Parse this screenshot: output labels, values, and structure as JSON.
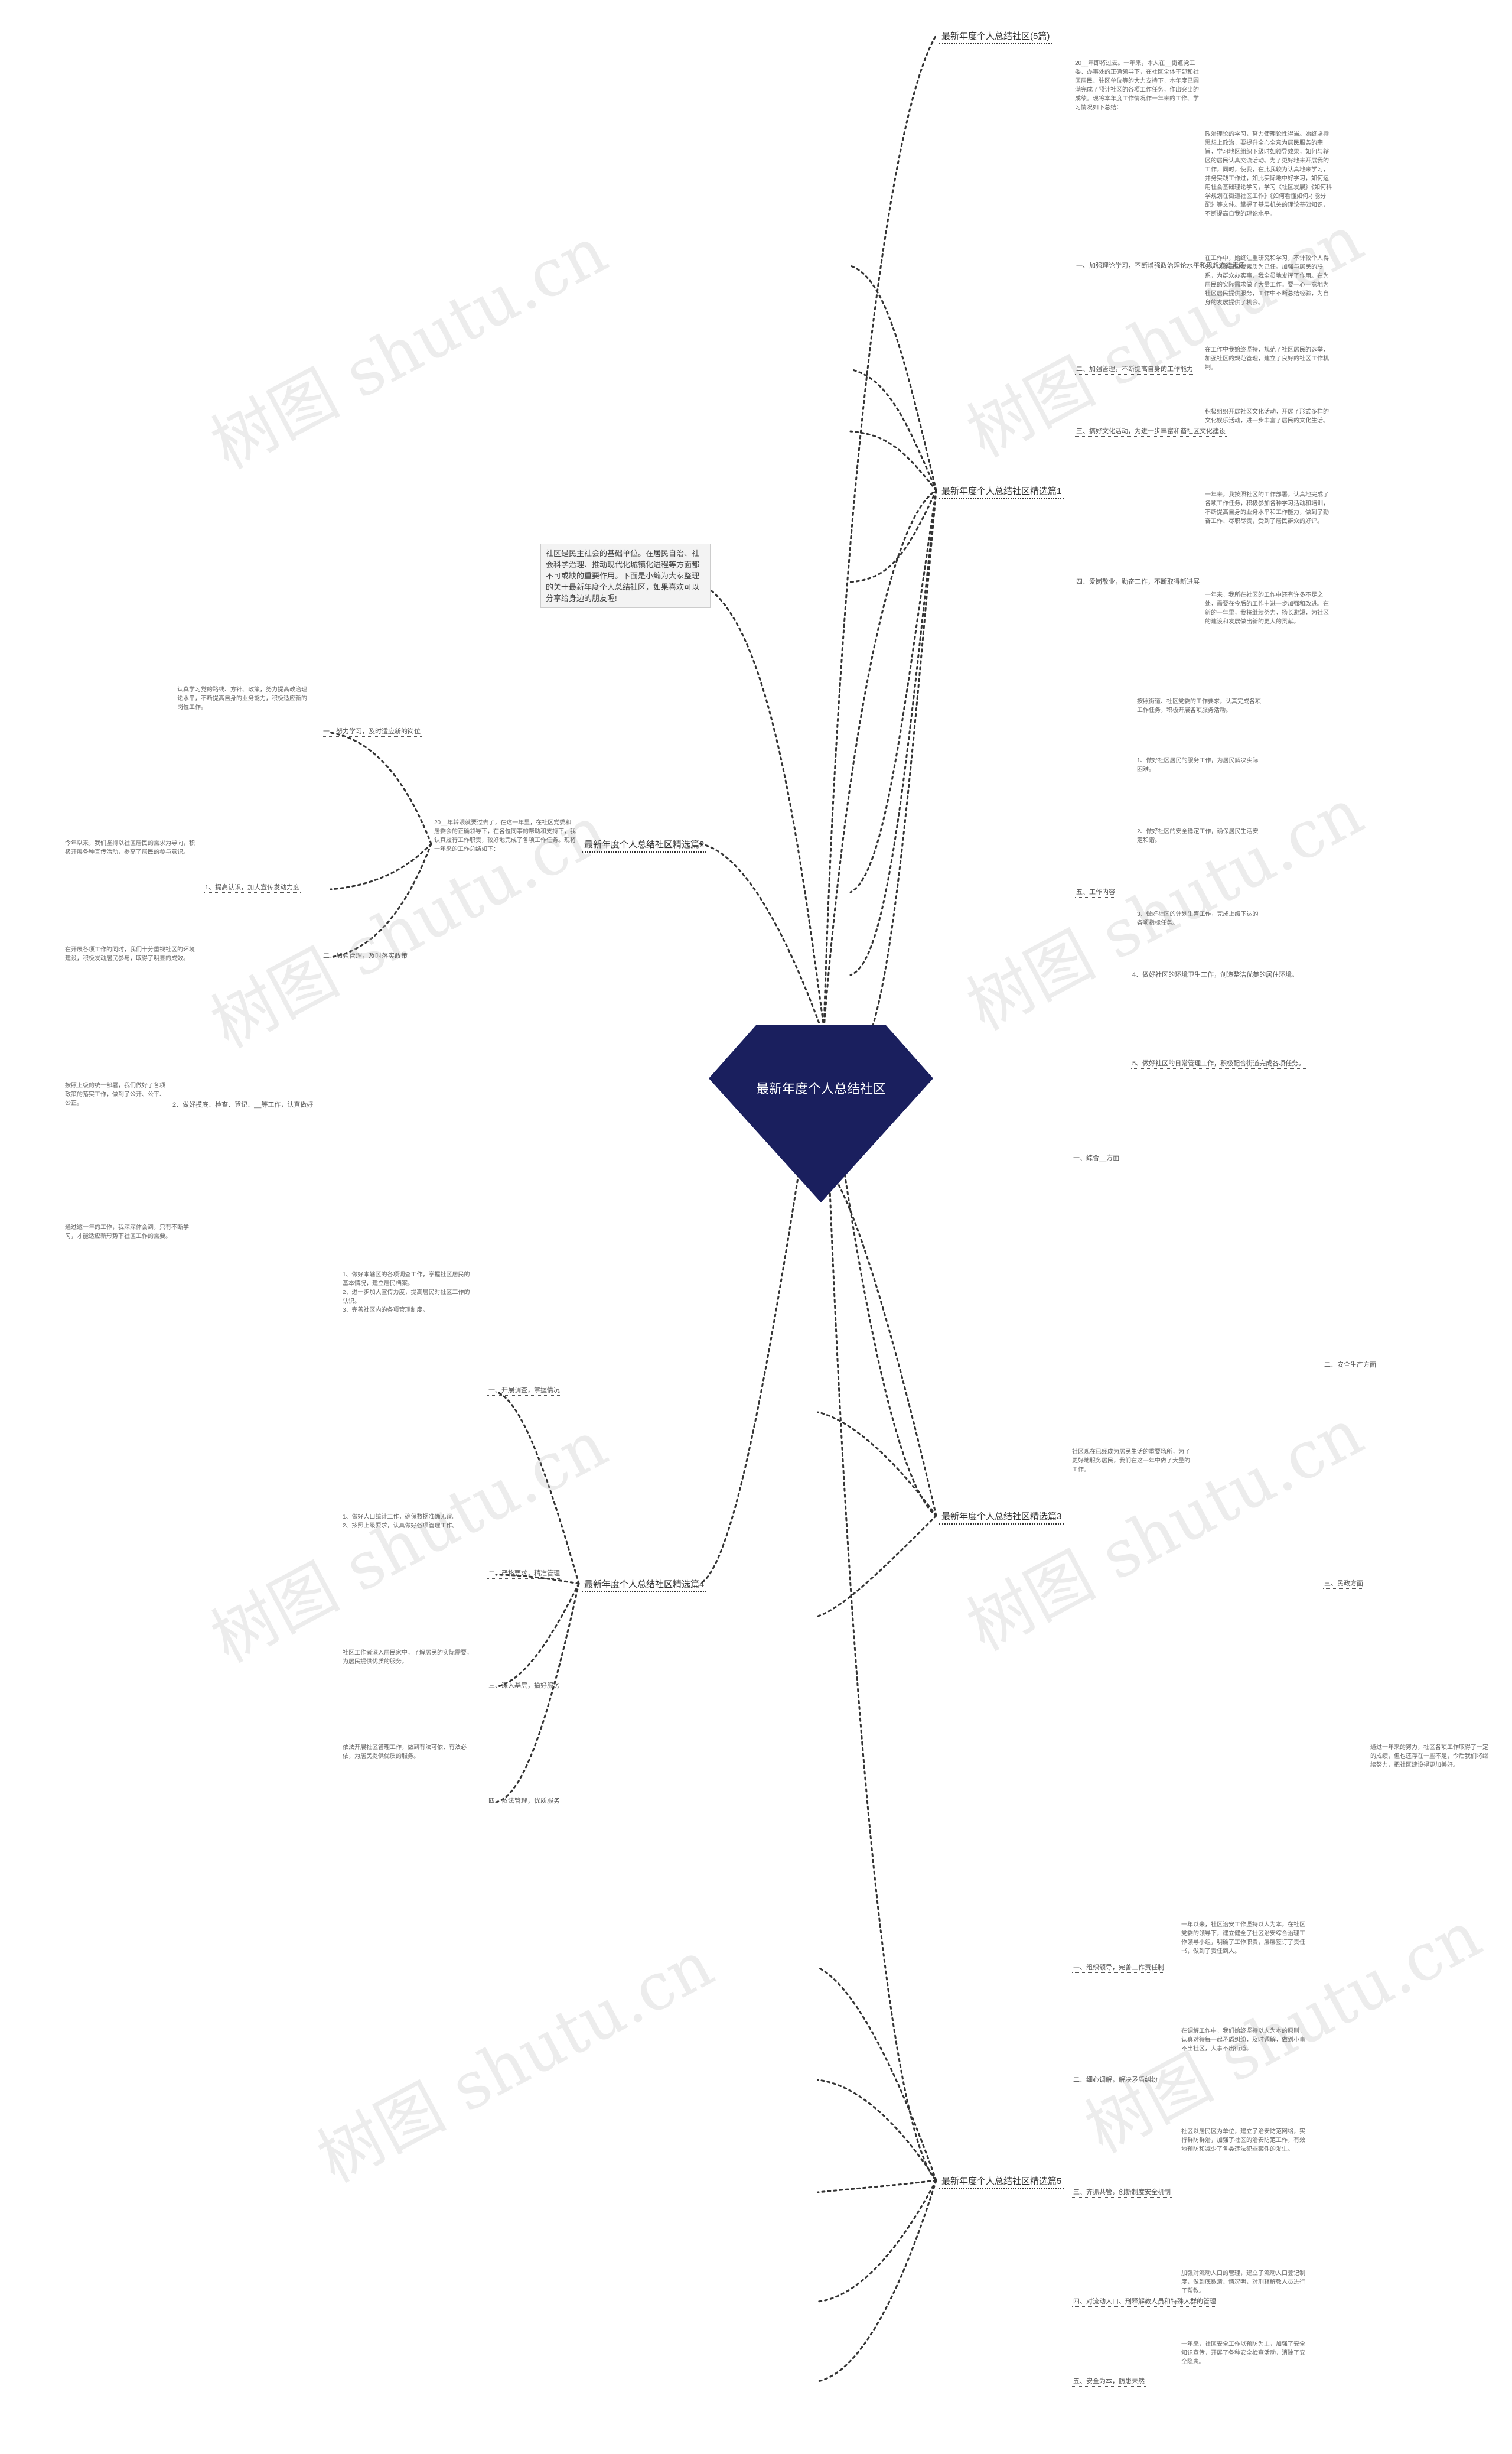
{
  "center": {
    "title": "最新年度个人总结社区"
  },
  "intro": "社区是民主社会的基础单位。在居民自治、社会科学治理、推动现代化城镇化进程等方面都不可或缺的重要作用。下面是小编为大家整理的关于最新年度个人总结社区，如果喜欢可以分享给身边的朋友喔!",
  "watermark": "树图 shutu.cn",
  "branches": {
    "b5": "最新年度个人总结社区(5篇)",
    "b1": "最新年度个人总结社区精选篇1",
    "b2": "最新年度个人总结社区精选篇2",
    "b3": "最新年度个人总结社区精选篇3",
    "b4": "最新年度个人总结社区精选篇4",
    "b5x": "最新年度个人总结社区精选篇5"
  },
  "right_items": {
    "s1_intro": "20__年即将过去。一年来，本人在__街道党工委、办事处的正确领导下，在社区全体干部和社区居民、驻区单位等的大力支持下，本年度已圆满完成了预计社区的各项工作任务，作出突出的成绩。现将本年度工作情况作一年来的工作、学习情况如下总结：",
    "s1_a": "一、加强理论学习，不断增强政治理论水平和思想道德素质",
    "s1_a_text": "政治理论的学习，努力使理论性得当。始终坚持思想上政治，要提升全心全意为居民服务的宗旨，学习地区组织下级时如领导效果，如何与辖区的居民认真交流活动。为了更好地来开展我的工作，同时，使我，在此我较为认真地来学习，并务实践工作过，如此实际地中好学习，如何运用社会基础理论学习，学习《社区发展》《如何科学规划在街道社区工作》《如何看懂如何才能分配》等文件。掌握了基层机关的理论基础知识，不断提高自我的理论水平。",
    "s1_a_text2": "在工作中，始终注重研究和学习，不计较个人得失，以提高自我素质为己任。加强与居民的联系，为群众办实事，我全员地发挥了作用。在为居民的实际需求做了大量工作。要一心一意地为社区居民提供服务，工作中不断总结经验，为自身的发展提供了机会。",
    "s1_b": "二、加强管理，不断提高自身的工作能力",
    "s1_b_text": "在工作中我始终坚持，规范了社区居民的选举，加强社区的规范管理，建立了良好的社区工作机制。",
    "s1_c": "三、搞好文化活动，为进一步丰富和谐社区文化建设",
    "s1_c_text": "积极组织开展社区文化活动，开展了形式多样的文化娱乐活动，进一步丰富了居民的文化生活。",
    "s1_d": "四、爱岗敬业，勤奋工作，不断取得新进展",
    "s1_d_text": "一年来，我按照社区的工作部署，认真地完成了各项工作任务，积极参加各种学习活动和培训，不断提高自身的业务水平和工作能力，做到了勤奋工作、尽职尽责，受到了居民群众的好评。",
    "s1_d_text2": "一年来，我所在社区的工作中还有许多不足之处，需要在今后的工作中进一步加强和改进。在新的一年里，我将继续努力，扬长避短，为社区的建设和发展做出新的更大的贡献。",
    "s1_e": "五、工作内容",
    "s1_e_text": "按照街道、社区党委的工作要求，认真完成各项工作任务，积极开展各项服务活动。",
    "s1_e_1": "1、做好社区居民的服务工作，为居民解决实际困难。",
    "s1_e_2": "2、做好社区的安全稳定工作，确保居民生活安定和谐。",
    "s1_e_3": "3、做好社区的计划生育工作，完成上级下达的各项指标任务。",
    "s1_f": "4、做好社区的环境卫生工作，创造整洁优美的居住环境。",
    "s1_g": "5、做好社区的日常管理工作，积极配合街道完成各项任务。",
    "s3_title": "一、综合__方面",
    "s3_text": "社区现在已经成为居民生活的重要场所，为了更好地服务居民，我们在这一年中做了大量的工作。",
    "s3_item2": "二、安全生产方面",
    "s3_item3": "三、民政方面",
    "s3_extra": "通过一年来的努力，社区各项工作取得了一定的成绩，但也还存在一些不足，今后我们将继续努力，把社区建设得更加美好。",
    "s5_a": "一、组织领导，完善工作责任制",
    "s5_b": "二、细心调解，解决矛盾纠纷",
    "s5_c": "三、齐抓共管，创新制度安全机制",
    "s5_d": "四、对流动人口、刑释解教人员和特殊人群的管理",
    "s5_e": "五、安全为本，防患未然",
    "s5_a_text": "一年以来，社区治安工作坚持以人为本，在社区党委的领导下，建立健全了社区治安综合治理工作领导小组，明确了工作职责，层层签订了责任书，做到了责任到人。",
    "s5_b_text": "在调解工作中，我们始终坚持以人为本的原则，认真对待每一起矛盾纠纷，及时调解，做到小事不出社区，大事不出街道。",
    "s5_c_text": "社区以居民区为单位，建立了治安防范网络，实行群防群治，加强了社区的治安防范工作，有效地预防和减少了各类违法犯罪案件的发生。",
    "s5_d_text": "加强对流动人口的管理，建立了流动人口登记制度，做到底数清、情况明，对刑释解教人员进行了帮教。",
    "s5_e_text": "一年来，社区安全工作以预防为主，加强了安全知识宣传，开展了各种安全检查活动，消除了安全隐患。"
  },
  "left_items": {
    "s2_a": "一、努力学习，及时适应新的岗位",
    "s2_a_text": "认真学习党的路线、方针、政策，努力提高政治理论水平，不断提高自身的业务能力，积极适应新的岗位工作。",
    "s2_b": "1、提高认识，加大宣传发动力度",
    "s2_b_text": "今年以来，我们坚持以社区居民的需求为导向，积极开展各种宣传活动，提高了居民的参与意识。",
    "s2_c": "二、加强管理，及时落实政策",
    "s2_c_2": "2、做好摸底、检查、登记、__等工作，认真做好",
    "s2_intro": "20__年转眼就要过去了，在这一年里，在社区党委和居委会的正确领导下，在各位同事的帮助和支持下，我认真履行工作职责，较好地完成了各项工作任务。现将一年来的工作总结如下：",
    "s2_c_text": "在开展各项工作的同时，我们十分重视社区的环境建设，积极发动居民参与，取得了明显的成效。",
    "s2_c_text2": "按照上级的统一部署，我们做好了各项政策的落实工作，做到了公开、公平、公正。",
    "s2_c_text3": "通过这一年的工作，我深深体会到，只有不断学习，才能适应新形势下社区工作的需要。",
    "s4_a": "一、开展调查，掌握情况",
    "s4_b": "二、严格要求，精准管理",
    "s4_c": "三、深入基层，搞好服务",
    "s4_d": "四、依法管理，优质服务",
    "s4_a_text": "1、做好本辖区的各项调查工作，掌握社区居民的基本情况，建立居民档案。\n2、进一步加大宣传力度，提高居民对社区工作的认识。\n3、完善社区内的各项管理制度。",
    "s4_b_text": "1、做好人口统计工作，确保数据准确无误。\n2、按照上级要求，认真做好各项管理工作。",
    "s4_c_text": "社区工作者深入居民家中，了解居民的实际需要，为居民提供优质的服务。",
    "s4_d_text": "依法开展社区管理工作，做到有法可依、有法必依，为居民提供优质的服务。"
  }
}
